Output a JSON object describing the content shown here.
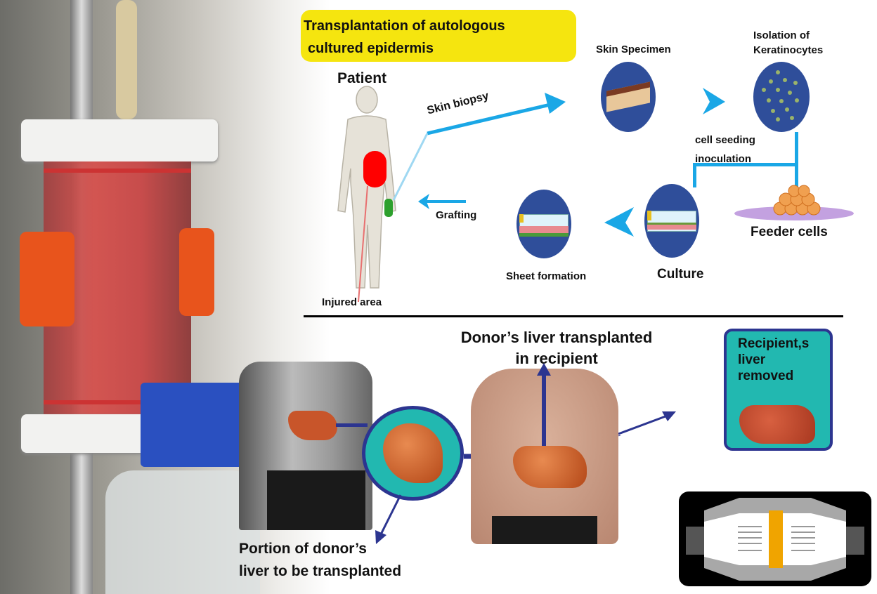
{
  "top_section": {
    "title_line1": "Transplantation of autologous",
    "title_line2": "cultured epidermis",
    "patient_label": "Patient",
    "skin_biopsy_label": "Skin biopsy",
    "skin_specimen_label": "Skin Specimen",
    "isolation_line1": "Isolation of",
    "isolation_line2": "Keratinocytes",
    "cell_seeding_line1": "cell seeding",
    "cell_seeding_line2": "inoculation",
    "feeder_cells_label": "Feeder cells",
    "culture_label": "Culture",
    "sheet_formation_label": "Sheet formation",
    "grafting_label": "Grafting",
    "injured_area_label": "Injured area"
  },
  "bottom_section": {
    "donor_liver_line1": "Donor’s liver transplanted",
    "donor_liver_line2": "in recipient",
    "recipient_line1": "Recipient,s",
    "recipient_line2": "liver",
    "recipient_line3": "removed",
    "portion_line1": "Portion of donor’s",
    "portion_line2": "liver to be transplanted"
  },
  "colors": {
    "title_bg": "#f5e50f",
    "circle": "#2f4e9a",
    "arrow": "#1aa7e6",
    "teal": "#22b8b0",
    "navy": "#2c3590",
    "liver": "#c8552a"
  }
}
